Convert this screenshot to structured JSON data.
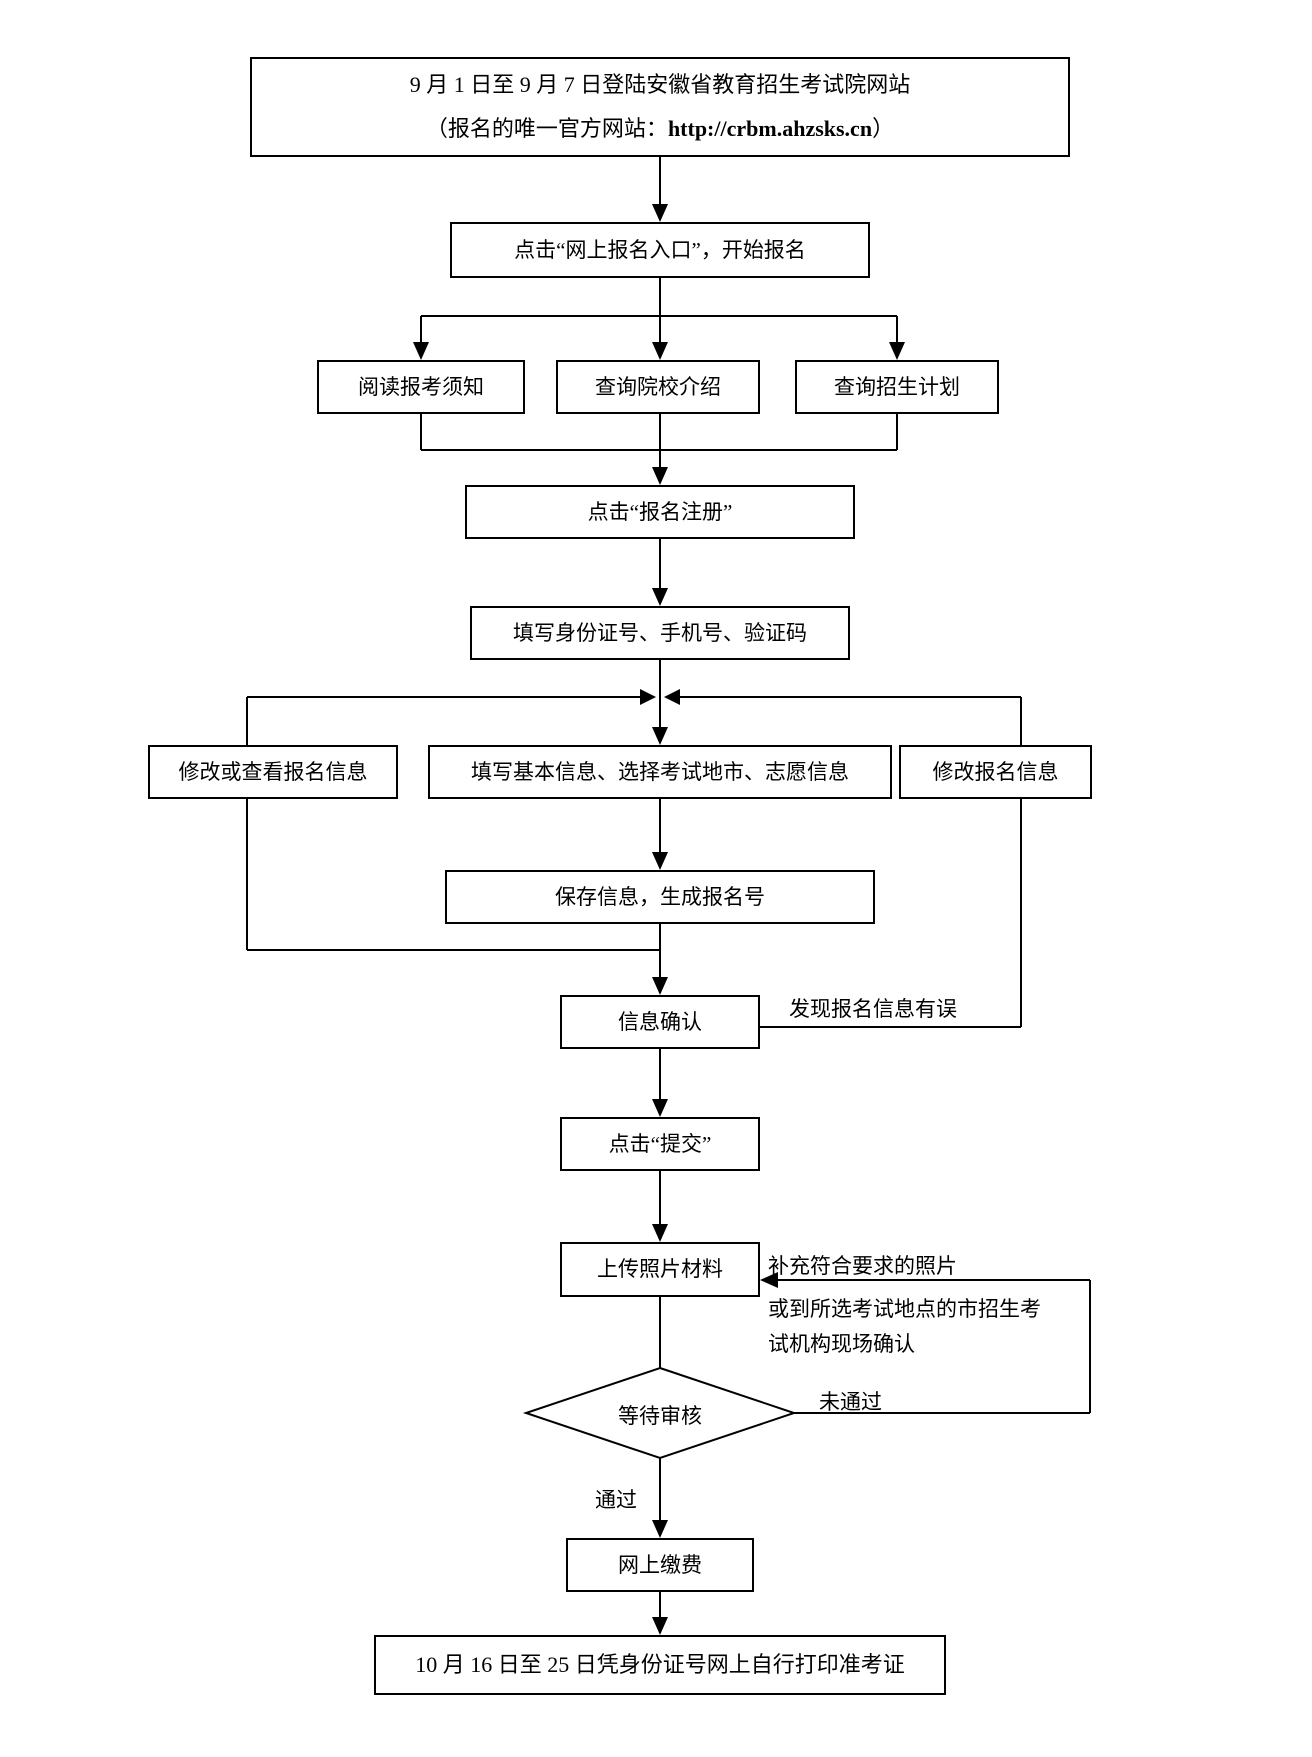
{
  "page": {
    "background_color": "#ffffff",
    "line_color": "#000000"
  },
  "flowchart": {
    "nodes": {
      "website": {
        "line1": "9 月 1 日至 9 月 7 日登陆安徽省教育招生考试院网站",
        "line2_prefix": "（报名的唯一官方网站：",
        "line2_url": "http://crbm.ahzsks.cn",
        "line2_suffix": "）"
      },
      "entry": {
        "label": "点击“网上报名入口”，开始报名"
      },
      "notice": {
        "label": "阅读报考须知"
      },
      "college": {
        "label": "查询院校介绍"
      },
      "plan": {
        "label": "查询招生计划"
      },
      "register": {
        "label": "点击“报名注册”"
      },
      "fill_id": {
        "label": "填写身份证号、手机号、验证码"
      },
      "modify_view": {
        "label": "修改或查看报名信息"
      },
      "fill_info": {
        "label": "填写基本信息、选择考试地市、志愿信息"
      },
      "modify": {
        "label": "修改报名信息"
      },
      "save": {
        "label": "保存信息，生成报名号"
      },
      "confirm": {
        "label": "信息确认"
      },
      "submit": {
        "label": "点击“提交”"
      },
      "upload": {
        "label": "上传照片材料"
      },
      "review": {
        "label": "等待审核"
      },
      "pay": {
        "label": "网上缴费"
      },
      "print": {
        "label": "10 月 16 日至 25 日凭身份证号网上自行打印准考证"
      }
    },
    "edge_labels": {
      "error_found": "发现报名信息有误",
      "photo_note_line1": "补充符合要求的照片",
      "photo_note_line2": "或到所选考试地点的市招生考",
      "photo_note_line3": "试机构现场确认",
      "not_passed": "未通过",
      "passed": "通过"
    }
  }
}
